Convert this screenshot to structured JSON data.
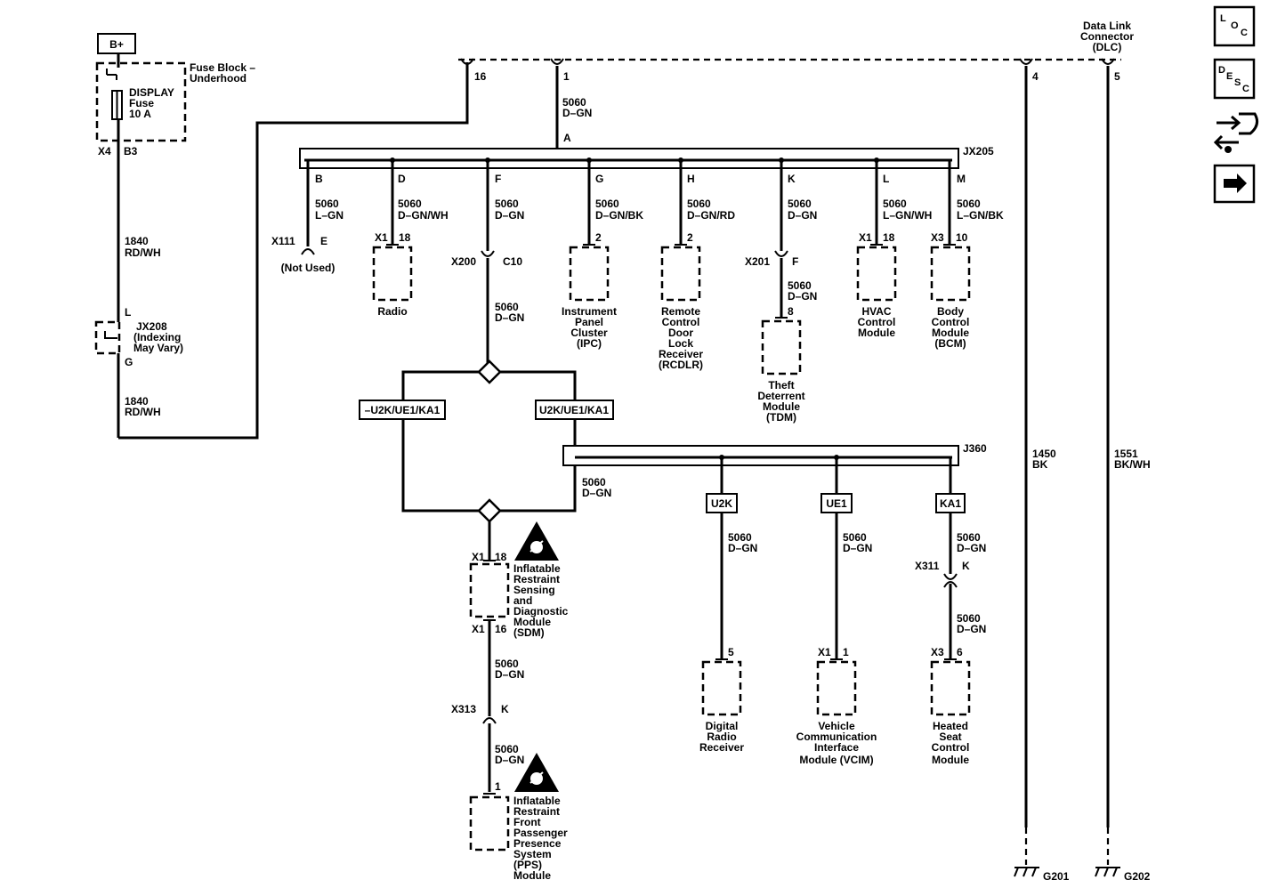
{
  "power": {
    "label": "B+"
  },
  "fuse_block": {
    "label": [
      "Fuse Block –",
      "Underhood"
    ],
    "fuse": [
      "DISPLAY",
      "Fuse",
      "10 A"
    ],
    "conn": "X4",
    "pin": "B3"
  },
  "wire_power": {
    "circuit": "1840",
    "color": "RD/WH"
  },
  "jx208": {
    "pin_top": "L",
    "label": [
      "JX208",
      "(Indexing",
      "May Vary)"
    ],
    "pin_bottom": "G"
  },
  "wire_power2": {
    "circuit": "1840",
    "color": "RD/WH"
  },
  "dlc": {
    "label": [
      "Data Link",
      "Connector",
      "(DLC)"
    ],
    "pins": [
      "16",
      "1",
      "4",
      "5"
    ]
  },
  "wire_dlc_main": {
    "circuit": "5060",
    "color": "D–GN"
  },
  "jx205": {
    "label": "JX205",
    "pin_in": "A"
  },
  "branches": [
    {
      "pin": "B",
      "circuit": "5060",
      "color": "L–GN"
    },
    {
      "pin": "D",
      "circuit": "5060",
      "color": "D–GN/WH"
    },
    {
      "pin": "F",
      "circuit": "5060",
      "color": "D–GN"
    },
    {
      "pin": "G",
      "circuit": "5060",
      "color": "D–GN/BK"
    },
    {
      "pin": "H",
      "circuit": "5060",
      "color": "D–GN/RD"
    },
    {
      "pin": "K",
      "circuit": "5060",
      "color": "D–GN"
    },
    {
      "pin": "L",
      "circuit": "5060",
      "color": "L–GN/WH"
    },
    {
      "pin": "M",
      "circuit": "5060",
      "color": "L–GN/BK"
    }
  ],
  "x111": {
    "conn": "X111",
    "pin": "E",
    "note": "(Not Used)"
  },
  "radio": {
    "conn": "X1",
    "pin": "18",
    "label": [
      "Radio"
    ]
  },
  "x200": {
    "conn": "X200",
    "pin": "C10",
    "circuit": "5060",
    "color": "D–GN"
  },
  "ipc": {
    "pin": "2",
    "label": [
      "Instrument",
      "Panel",
      "Cluster",
      "(IPC)"
    ]
  },
  "rcdlr": {
    "pin": "2",
    "label": [
      "Remote",
      "Control",
      "Door",
      "Lock",
      "Receiver",
      "(RCDLR)"
    ]
  },
  "x201": {
    "conn": "X201",
    "pin": "F",
    "circuit": "5060",
    "color": "D–GN"
  },
  "tdm": {
    "pin": "8",
    "label": [
      "Theft",
      "Deterrent",
      "Module",
      "(TDM)"
    ]
  },
  "hvac": {
    "conn": "X1",
    "pin": "18",
    "label": [
      "HVAC",
      "Control",
      "Module"
    ]
  },
  "bcm": {
    "conn": "X3",
    "pin": "10",
    "label": [
      "Body",
      "Control",
      "Module",
      "(BCM)"
    ]
  },
  "options": {
    "left": "–U2K/UE1/KA1",
    "right": "U2K/UE1/KA1"
  },
  "j360": {
    "label": "J360",
    "circuit": "5060",
    "color": "D–GN"
  },
  "sdm": {
    "conn_top": "X1",
    "pin_top": "18",
    "conn_bottom": "X1",
    "pin_bottom": "16",
    "label": [
      "Inflatable",
      "Restraint",
      "Sensing",
      "and",
      "Diagnostic",
      "Module",
      "(SDM)"
    ]
  },
  "wire_sdm": {
    "circuit": "5060",
    "color": "D–GN"
  },
  "x313": {
    "conn": "X313",
    "pin": "K",
    "circuit": "5060",
    "color": "D–GN"
  },
  "pps": {
    "pin": "1",
    "label": [
      "Inflatable",
      "Restraint",
      "Front",
      "Passenger",
      "Presence",
      "System",
      "(PPS)",
      "Module"
    ]
  },
  "options_tags": [
    "U2K",
    "UE1",
    "KA1"
  ],
  "drr": {
    "circuit": "5060",
    "color": "D–GN",
    "pin": "5",
    "label": [
      "Digital",
      "Radio",
      "Receiver"
    ]
  },
  "vcim": {
    "circuit": "5060",
    "color": "D–GN",
    "conn": "X1",
    "pin": "1",
    "label": [
      "Vehicle",
      "Communication",
      "Interface",
      "Module (VCIM)"
    ]
  },
  "heated": {
    "circuit": "5060",
    "color": "D–GN",
    "conn_mid": "X311",
    "pin_mid": "K",
    "circuit2": "5060",
    "color2": "D–GN",
    "conn": "X3",
    "pin": "6",
    "label": [
      "Heated",
      "Seat",
      "Control",
      "Module"
    ]
  },
  "ground_wires": [
    {
      "circuit": "1450",
      "color": "BK",
      "ground": "G201"
    },
    {
      "circuit": "1551",
      "color": "BK/WH",
      "ground": "G202"
    }
  ],
  "nav": {
    "loc": [
      "L",
      "O",
      "C"
    ],
    "desc": [
      "D",
      "E",
      "S",
      "C"
    ]
  }
}
